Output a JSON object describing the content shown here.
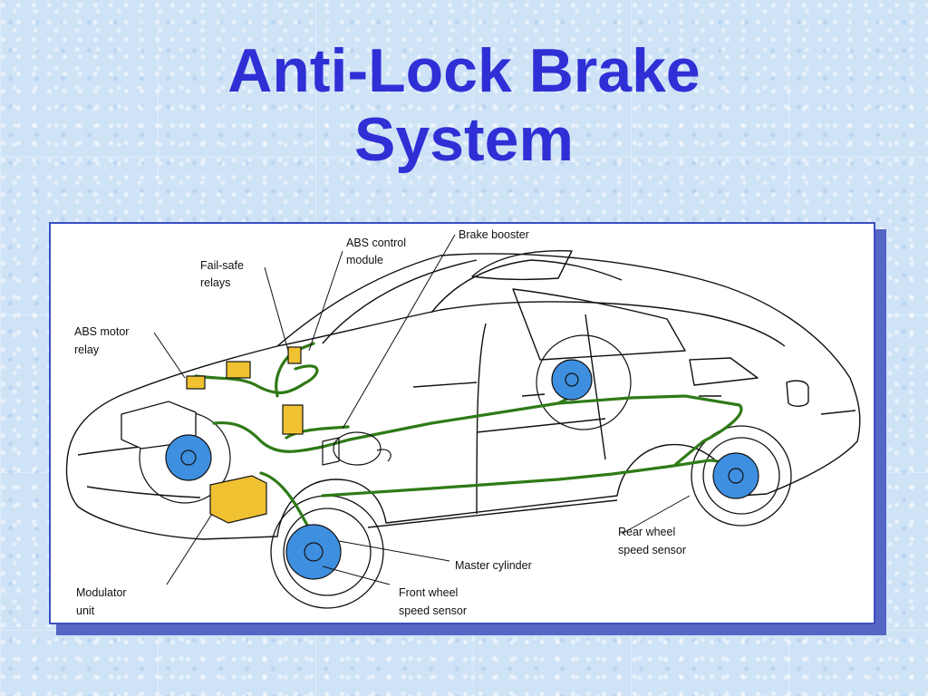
{
  "slide": {
    "title_line1": "Anti-Lock Brake",
    "title_line2": "System"
  },
  "diagram": {
    "labels": {
      "brake_booster": "Brake booster",
      "abs_control_module_1": "ABS control",
      "abs_control_module_2": "module",
      "fail_safe_relays_1": "Fail-safe",
      "fail_safe_relays_2": "relays",
      "abs_motor_relay_1": "ABS motor",
      "abs_motor_relay_2": "relay",
      "rear_wheel_speed_sensor_1": "Rear wheel",
      "rear_wheel_speed_sensor_2": "speed sensor",
      "master_cylinder": "Master cylinder",
      "front_wheel_speed_sensor_1": "Front wheel",
      "front_wheel_speed_sensor_2": "speed sensor",
      "modulator_unit_1": "Modulator",
      "modulator_unit_2": "unit"
    },
    "colors": {
      "brake_line": "#2f7a16",
      "brake_disc": "#3f8fe0",
      "abs_component": "#f0c232",
      "outline": "#111111",
      "title": "#2f2fd6"
    }
  }
}
